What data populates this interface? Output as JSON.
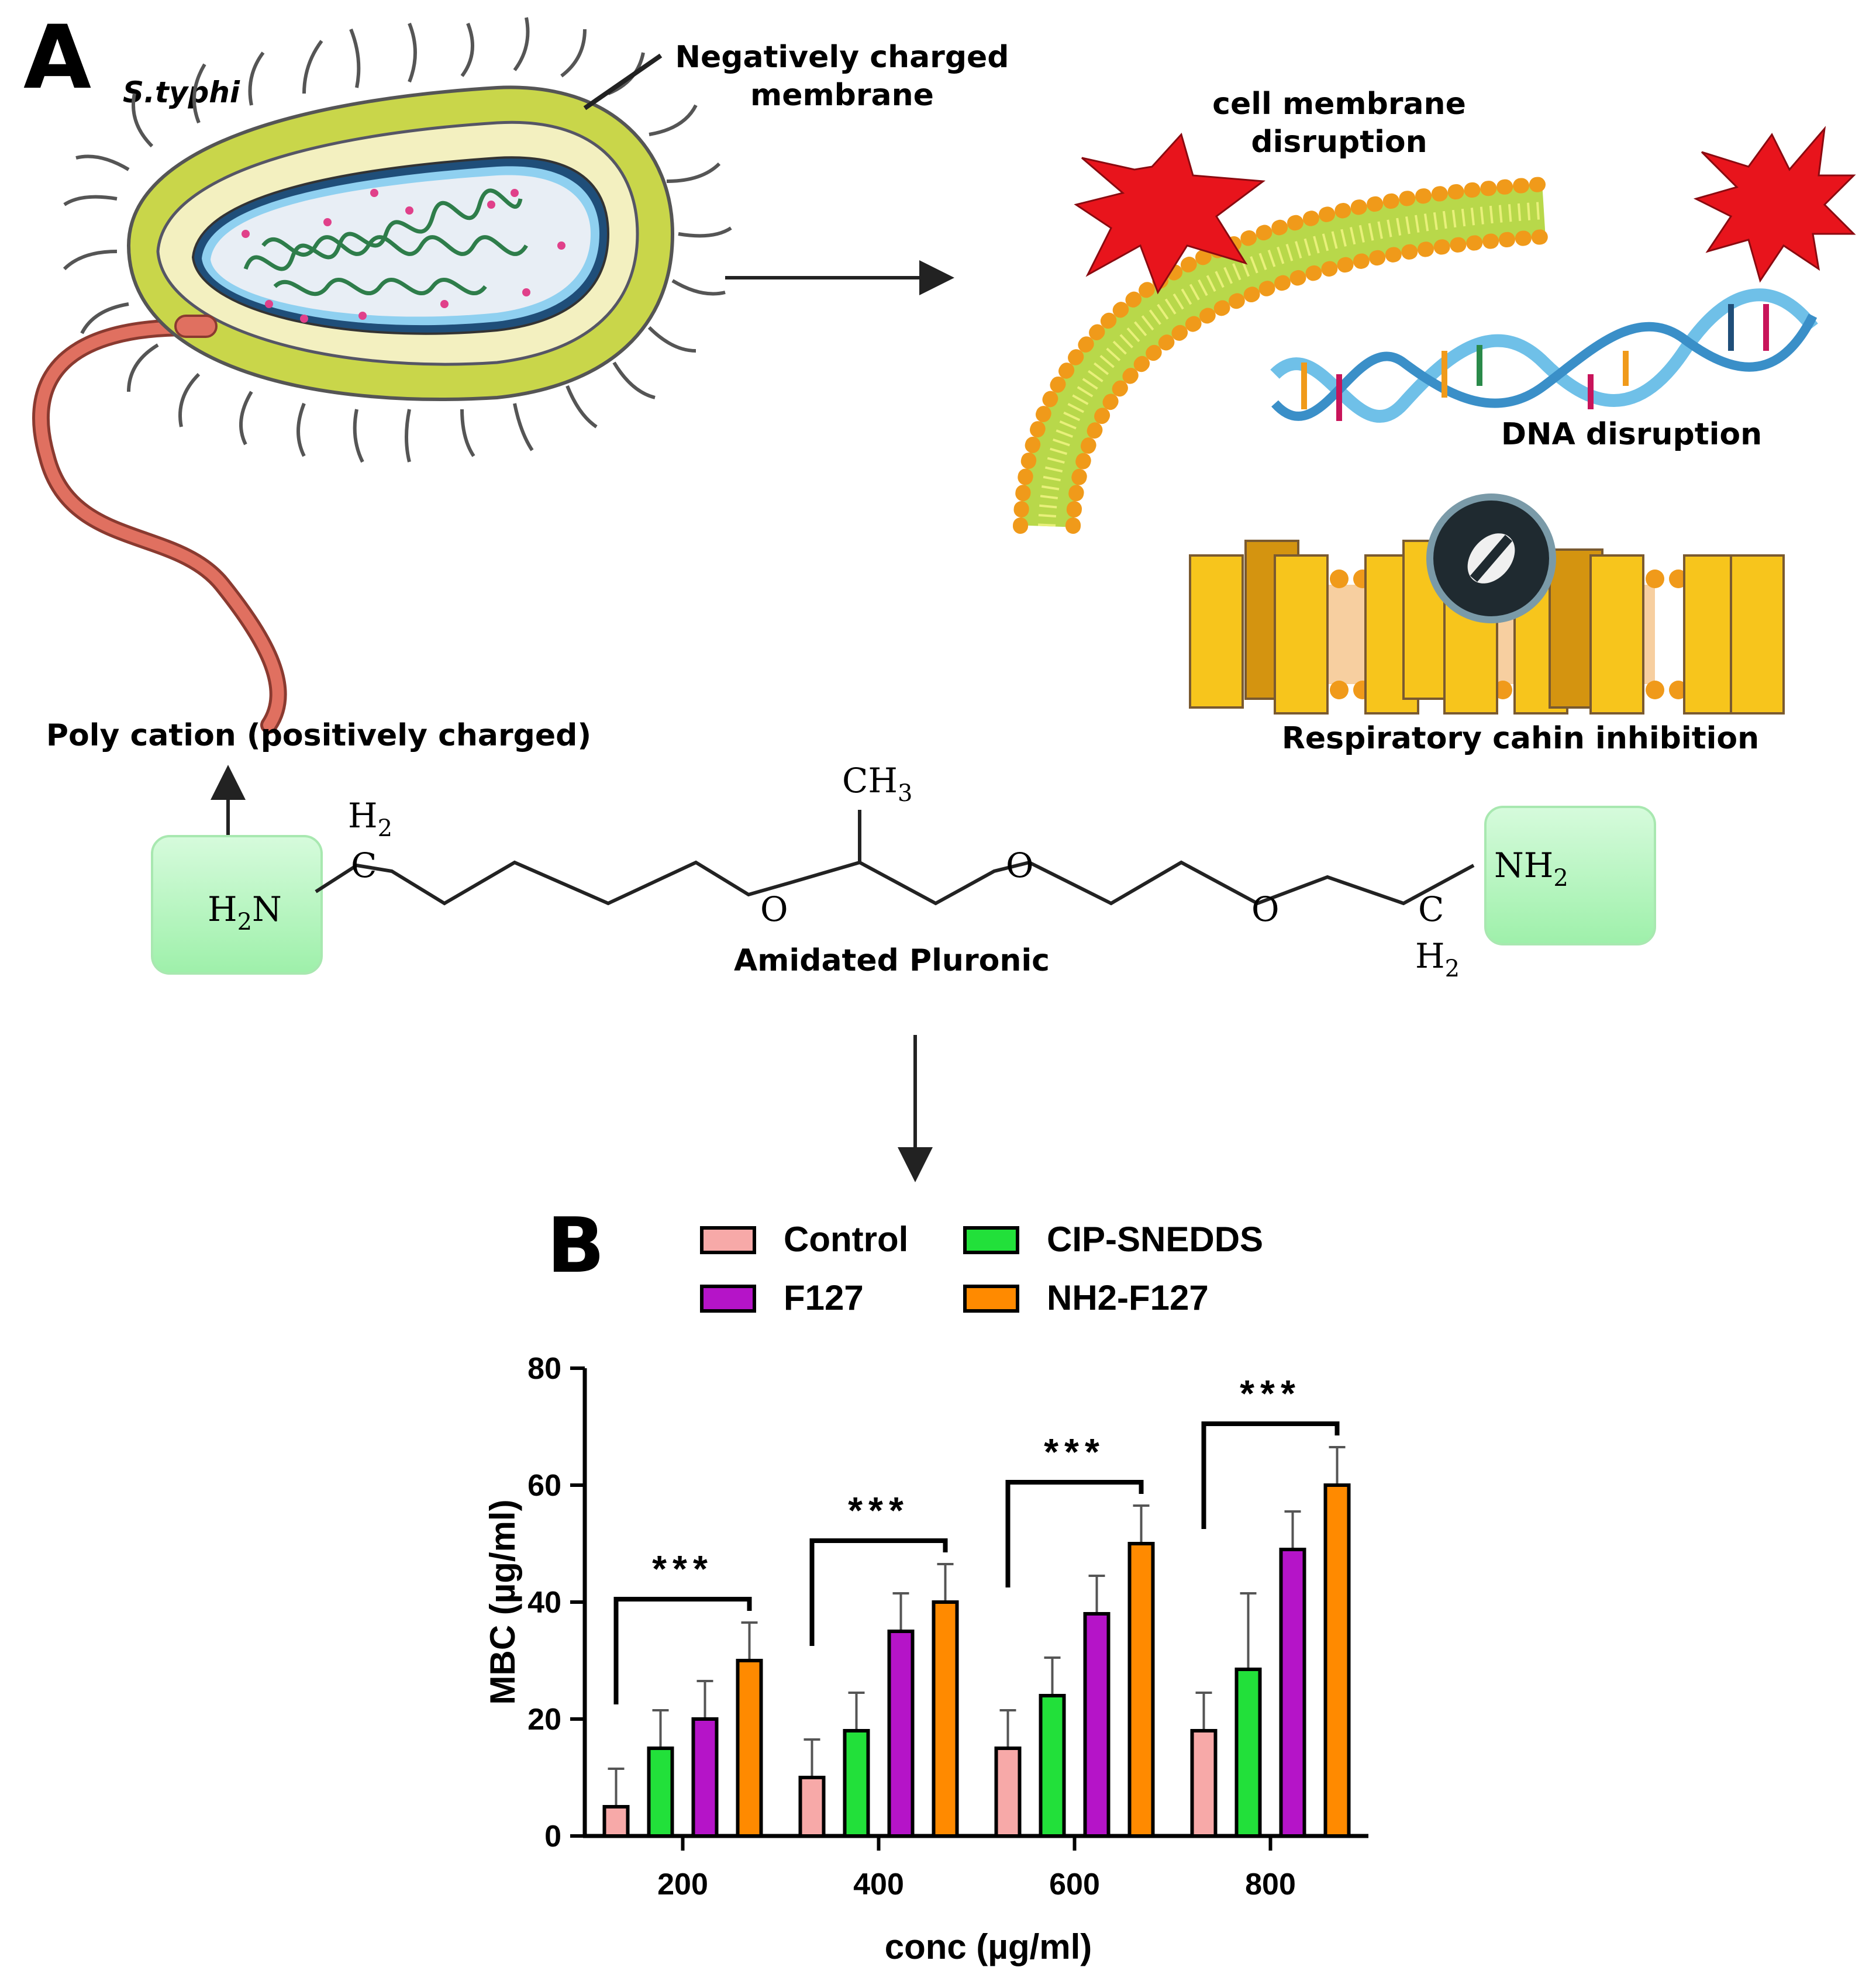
{
  "panel_a": {
    "label": "A",
    "organism": "S.typhi",
    "membrane_label_line1": "Negatively charged",
    "membrane_label_line2": "membrane",
    "effect_membrane_line1": "cell membrane",
    "effect_membrane_line2": "disruption",
    "effect_dna": "DNA disruption",
    "effect_respiratory": "Respiratory cahin inhibition",
    "polycation_label": "Poly cation (positively charged)",
    "structure_label": "Amidated Pluronic",
    "structure_atoms": {
      "h2_left": "H",
      "h2_left_sub": "2",
      "c_left": "C",
      "h2n": "H",
      "h2n_sub": "2",
      "h2n_n": "N",
      "o1": "O",
      "ch3": "CH",
      "ch3_sub": "3",
      "o2": "O",
      "o3": "O",
      "c_right": "C",
      "h2_right": "H",
      "h2_right_sub": "2",
      "nh2": "NH",
      "nh2_sub": "2"
    },
    "colors": {
      "star_red": "#e8141c",
      "cell_outer": "#c9d64a",
      "flagellum": "#e07060",
      "amine_box": "#b8f5c0",
      "protein_yellow": "#f7c51c",
      "lipid_orange": "#f09a1a",
      "dna_blue": "#6fc0e8"
    }
  },
  "panel_b": {
    "label": "B",
    "significance": [
      "***",
      "***",
      "***",
      "***"
    ]
  },
  "chart_data": {
    "type": "bar",
    "categories": [
      "200",
      "400",
      "600",
      "800"
    ],
    "series": [
      {
        "name": "Control",
        "color": "#f7a9a8",
        "values": [
          5,
          10,
          15,
          18
        ],
        "errors": [
          6.5,
          6.5,
          6.5,
          6.5
        ]
      },
      {
        "name": "CIP-SNEDDS",
        "color": "#22e03a",
        "values": [
          15,
          18,
          24,
          28.5
        ],
        "errors": [
          6.5,
          6.5,
          6.5,
          13
        ]
      },
      {
        "name": "F127",
        "color": "#b514c8",
        "values": [
          20,
          35,
          38,
          49
        ],
        "errors": [
          6.5,
          6.5,
          6.5,
          6.5
        ]
      },
      {
        "name": "NH2-F127",
        "color": "#ff8a00",
        "values": [
          30,
          40,
          50,
          60
        ],
        "errors": [
          6.5,
          6.5,
          6.5,
          6.5
        ]
      }
    ],
    "xlabel": "conc (µg/ml)",
    "ylabel": "MBC (µg/ml)",
    "ylim": [
      0,
      80
    ],
    "yticks": [
      "0",
      "20",
      "40",
      "60",
      "80"
    ],
    "legend_position": "top",
    "grid": false
  }
}
